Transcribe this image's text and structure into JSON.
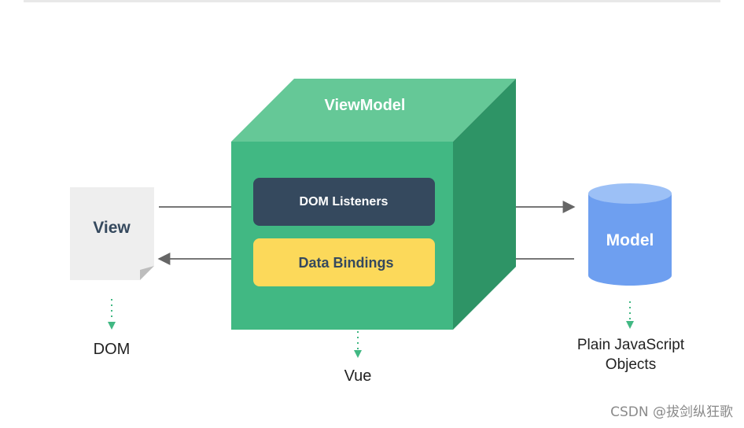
{
  "diagram": {
    "viewmodel_label": "ViewModel",
    "dom_listeners_label": "DOM Listeners",
    "data_bindings_label": "Data Bindings",
    "view_label": "View",
    "model_label": "Model",
    "dom_caption": "DOM",
    "vue_caption": "Vue",
    "model_caption_line1": "Plain JavaScript",
    "model_caption_line2": "Objects"
  },
  "watermark": "CSDN @拔剑纵狂歌",
  "colors": {
    "cube_front": "#41b883",
    "cube_top": "#65c897",
    "cube_side": "#2e9466",
    "listeners_box": "#35495e",
    "bindings_box": "#fcd95a",
    "view_doc": "#eeeeee",
    "model_cylinder": "#6e9ff0",
    "model_cylinder_top": "#9cc0f6",
    "arrow": "#666666",
    "dotted_arrow": "#41b883"
  }
}
